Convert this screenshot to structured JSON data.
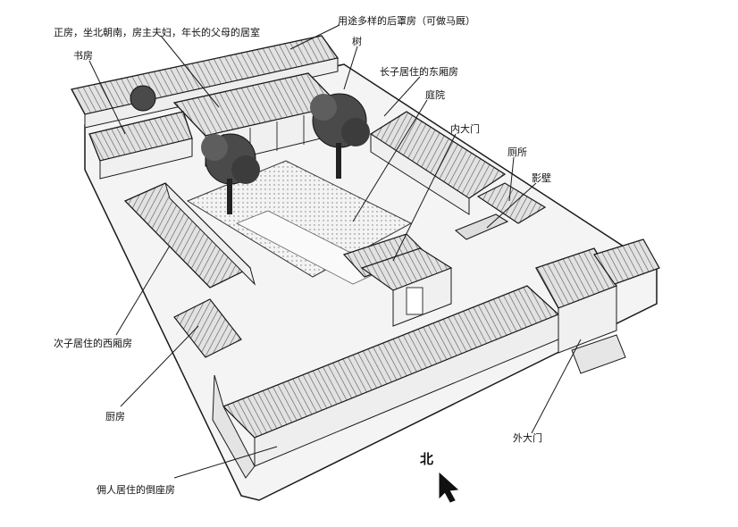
{
  "labels": {
    "main_hall": "正房，坐北朝南，房主夫妇，年长的父母的居室",
    "rear_row": "用途多样的后罩房（可做马厩）",
    "study": "书房",
    "tree": "树",
    "east_wing": "长子居住的东厢房",
    "courtyard": "庭院",
    "inner_gate": "内大门",
    "toilet": "厕所",
    "screen_wall": "影壁",
    "west_wing": "次子居住的西厢房",
    "kitchen": "厨房",
    "outer_gate": "外大门",
    "servants": "佣人居住的倒座房",
    "north": "北"
  },
  "colors": {
    "ink": "#1a1a1a",
    "roof_fill": "#d6d6d6",
    "wall_fill": "#f2f2f2",
    "paving": "#e9e9e9",
    "foliage": "#3a3a3a"
  },
  "icons": {
    "north_arrow": "arrow-cursor-icon"
  }
}
